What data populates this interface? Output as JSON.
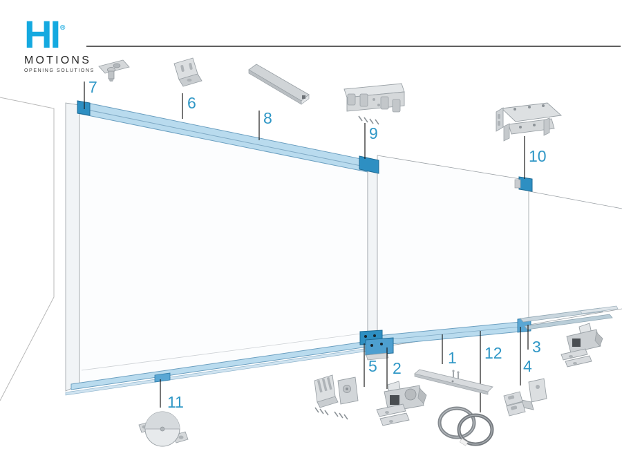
{
  "brand": {
    "wordmark": "HI",
    "registered_mark": "®",
    "subtitle": "MOTIONS",
    "tagline": "OPENING SOLUTIONS"
  },
  "callouts": [
    {
      "label": "1"
    },
    {
      "label": "2"
    },
    {
      "label": "3"
    },
    {
      "label": "4"
    },
    {
      "label": "5"
    },
    {
      "label": "6"
    },
    {
      "label": "7"
    },
    {
      "label": "8"
    },
    {
      "label": "9"
    },
    {
      "label": "10"
    },
    {
      "label": "11"
    },
    {
      "label": "12"
    }
  ],
  "colors": {
    "accent_blue": "#2f97c6",
    "logo_cyan": "#14a9e0",
    "track_blue_light": "#b9dbee",
    "track_blue_dark": "#2e8fc2",
    "hardware_gray": "#d5d8da",
    "callout_line": "#1a1a1a"
  }
}
